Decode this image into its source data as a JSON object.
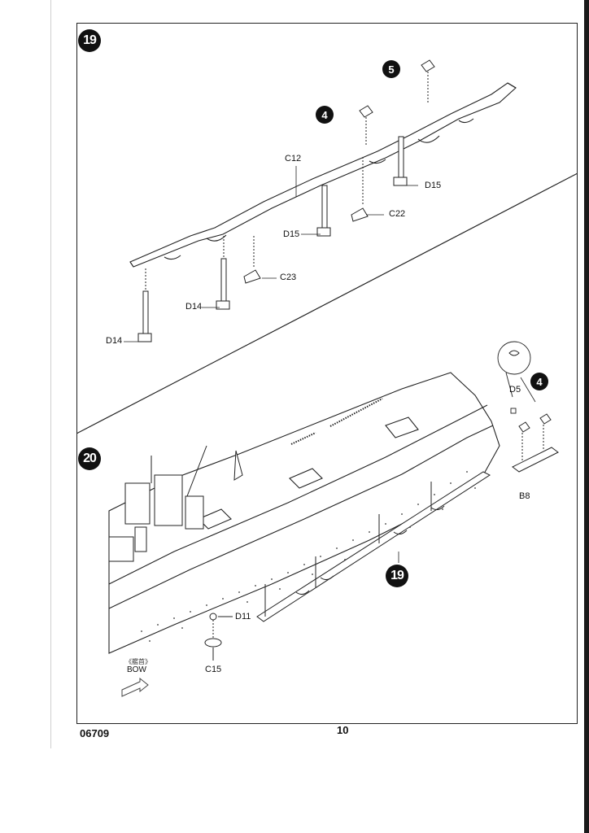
{
  "steps": {
    "top": "19",
    "bottom": "20",
    "sub_5": "5",
    "sub_4_top": "4",
    "sub_4_bottom": "4",
    "ref_19": "19"
  },
  "parts": {
    "c12": "C12",
    "d15_right": "D15",
    "c22": "C22",
    "d15_mid": "D15",
    "c23": "C23",
    "d14_mid": "D14",
    "d14_left": "D14",
    "d5": "D5",
    "b8": "B8",
    "d11": "D11",
    "c15": "C15"
  },
  "bow": {
    "chinese": "《艦首》",
    "english": "BOW"
  },
  "footer": {
    "code": "06709",
    "page": "10"
  }
}
